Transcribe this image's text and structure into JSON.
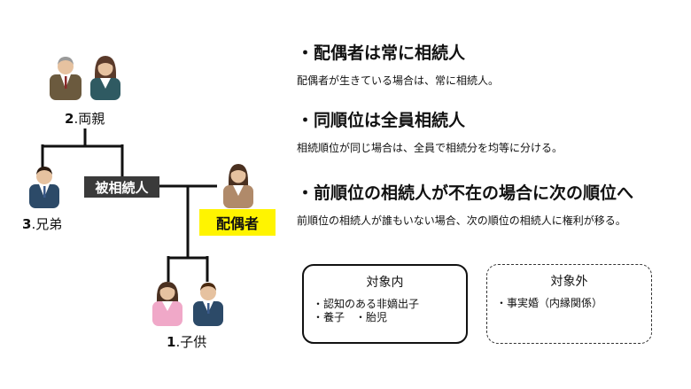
{
  "tree": {
    "parents_label": {
      "num": "2",
      "text": ".両親"
    },
    "siblings_label": {
      "num": "3",
      "text": ".兄弟"
    },
    "deceased_label": "被相続人",
    "spouse_label": "配偶者",
    "children_label": {
      "num": "1",
      "text": ".子供"
    }
  },
  "rules": [
    {
      "heading": "・配偶者は常に相続人",
      "desc": "配偶者が生きている場合は、常に相続人。"
    },
    {
      "heading": "・同順位は全員相続人",
      "desc": "相続順位が同じ場合は、全員で相続分を均等に分ける。"
    },
    {
      "heading": "・前順位の相続人が不在の場合に次の順位へ",
      "desc": "前順位の相続人が誰もいない場合、次の順位の相続人に権利が移る。"
    }
  ],
  "boxes": {
    "included": {
      "title": "対象内",
      "items": [
        "・認知のある非嫡出子",
        "・養子　・胎児"
      ]
    },
    "excluded": {
      "title": "対象外",
      "items": [
        "・事実婚（内縁関係）"
      ]
    }
  },
  "colors": {
    "deceased_bg": "#3a3a3a",
    "spouse_highlight": "#fff400",
    "suit_navy": "#2c4a68",
    "suit_brown": "#6b5a3e",
    "shirt_pink": "#f0a8c8",
    "line": "#111111"
  }
}
